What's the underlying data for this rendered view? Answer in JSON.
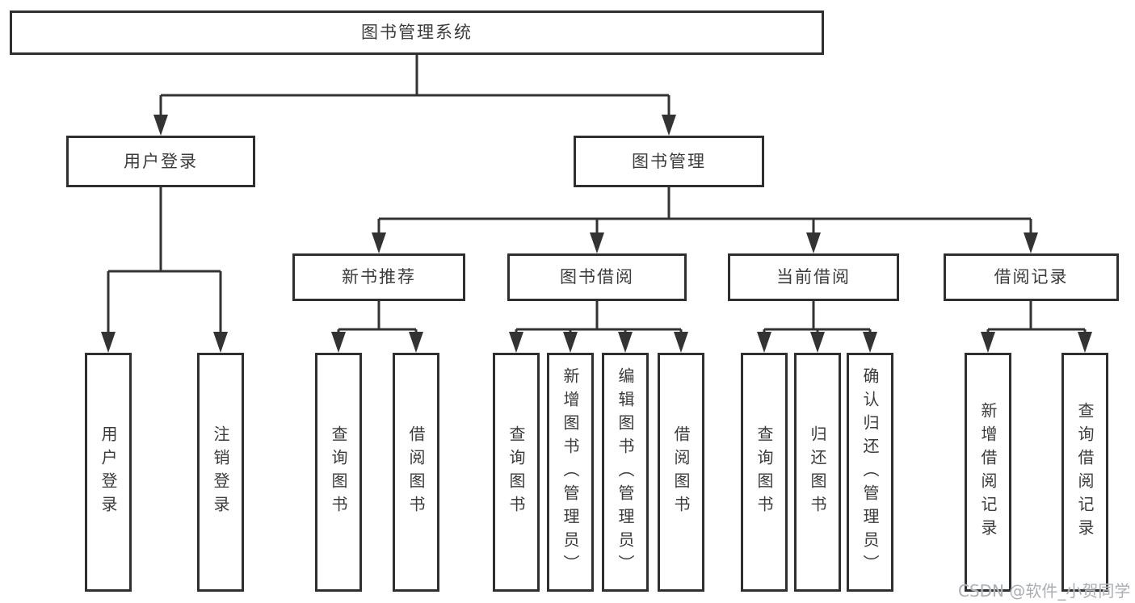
{
  "tree": {
    "root": "图书管理系统",
    "branches": [
      {
        "label": "用户登录",
        "children": [
          "用户登录",
          "注销登录"
        ]
      },
      {
        "label": "图书管理",
        "sections": [
          {
            "label": "新书推荐",
            "children": [
              "查询图书",
              "借阅图书"
            ]
          },
          {
            "label": "图书借阅",
            "children": [
              "查询图书",
              "新增图书（管理员）",
              "编辑图书（管理员）",
              "借阅图书"
            ]
          },
          {
            "label": "当前借阅",
            "children": [
              "查询图书",
              "归还图书",
              "确认归还（管理员）"
            ]
          },
          {
            "label": "借阅记录",
            "children": [
              "新增借阅记录",
              "查询借阅记录"
            ]
          }
        ]
      }
    ]
  },
  "watermark": "CSDN @软件_小贺同学",
  "colors": {
    "line": "#333333",
    "box_border": "#2f2f2f",
    "box_fill": "#ffffff",
    "text": "#3b3b3b",
    "watermark": "#a9afb5",
    "background": "#ffffff"
  }
}
